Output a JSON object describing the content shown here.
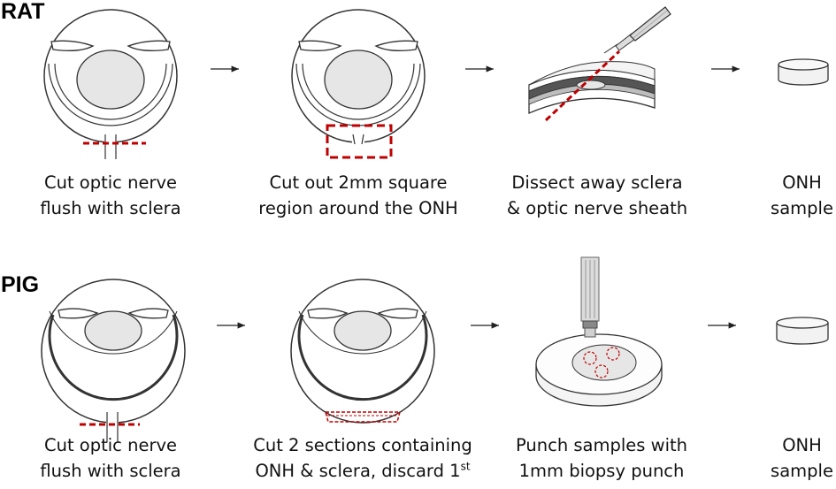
{
  "rows": [
    {
      "label": "RAT",
      "steps": [
        {
          "line1": "Cut optic nerve",
          "line2": "flush with sclera"
        },
        {
          "line1": "Cut out 2mm square",
          "line2": "region around the ONH"
        },
        {
          "line1": "Dissect away sclera",
          "line2": "& optic nerve sheath"
        },
        {
          "line1": "ONH",
          "line2": "sample"
        }
      ]
    },
    {
      "label": "PIG",
      "steps": [
        {
          "line1": "Cut optic nerve",
          "line2": "flush with sclera"
        },
        {
          "line1": "Cut 2 sections containing",
          "line2": "ONH & sclera, discard 1",
          "sup": "st"
        },
        {
          "line1": "Punch samples with",
          "line2": "1mm biopsy punch"
        },
        {
          "line1": "ONH",
          "line2": "sample"
        }
      ]
    }
  ],
  "colors": {
    "cut_line": "#c00000",
    "tissue_fill": "#e6e6e6",
    "outline": "#333333",
    "layer_dark": "#555555"
  }
}
